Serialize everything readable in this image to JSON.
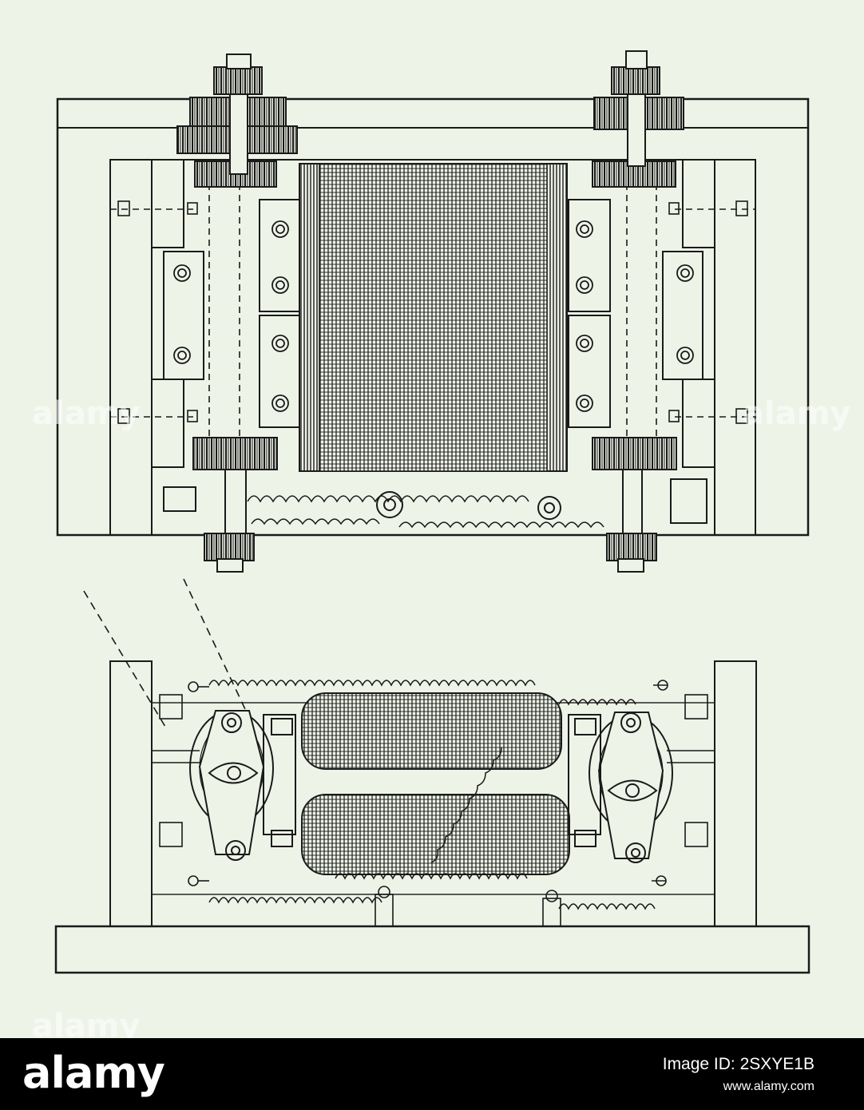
{
  "watermark": {
    "text": "alamy"
  },
  "footer": {
    "brand": "alamy",
    "image_id": "Image ID: 2SXYE1B",
    "url": "www.alamy.com",
    "background": "#000000",
    "text_color": "#ffffff"
  },
  "colors": {
    "paper": "#eef3e7",
    "ink": "#1a1a1a"
  }
}
